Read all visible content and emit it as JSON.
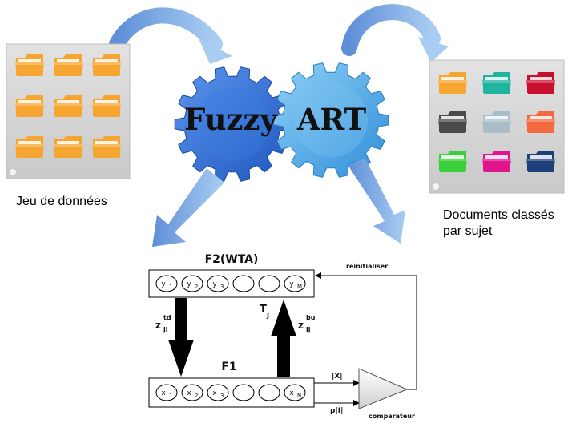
{
  "title_word_1": "Fuzzy",
  "title_word_2": "ART",
  "input_caption": "Jeu de données",
  "output_caption_line1": "Documents classés",
  "output_caption_line2": "par sujet",
  "f2_label": "F2(WTA)",
  "f1_label": "F1",
  "reset_label": "réinitialiser",
  "comparator_label": "comparateur",
  "x_norm_label": "|X|",
  "rho_i_label": "ρ|I|",
  "tj_label": "T",
  "tj_sub": "j",
  "ztd_label": "z",
  "ztd_sup": "td",
  "ztd_sub": "ji",
  "zbu_label": "z",
  "zbu_sup": "bu",
  "zbu_sub": "ij",
  "f2_nodes": [
    {
      "base": "y",
      "sub": "1"
    },
    {
      "base": "y",
      "sub": "2"
    },
    {
      "base": "y",
      "sub": "3"
    },
    {
      "base": "",
      "sub": ""
    },
    {
      "base": "",
      "sub": ""
    },
    {
      "base": "y",
      "sub": "M"
    }
  ],
  "f1_nodes": [
    {
      "base": "x",
      "sub": "1"
    },
    {
      "base": "x",
      "sub": "2"
    },
    {
      "base": "x",
      "sub": "3"
    },
    {
      "base": "",
      "sub": ""
    },
    {
      "base": "",
      "sub": ""
    },
    {
      "base": "x",
      "sub": "N"
    }
  ],
  "colors": {
    "gear_left": "#2f6fd6",
    "gear_right": "#4aa4e6",
    "arrow_blue": "#7faee6",
    "panel_gray": "#d4d4d4",
    "input_folders": [
      "#f7a531",
      "#f7a531",
      "#f7a531",
      "#f7a531",
      "#f7a531",
      "#f7a531",
      "#f7a531",
      "#f7a531",
      "#f7a531"
    ],
    "output_folders": [
      "#f7a531",
      "#1fb3a0",
      "#c8102e",
      "#4a4a4a",
      "#a9bcc8",
      "#f26a3d",
      "#3ccf3c",
      "#e0148c",
      "#1f3f78"
    ]
  }
}
